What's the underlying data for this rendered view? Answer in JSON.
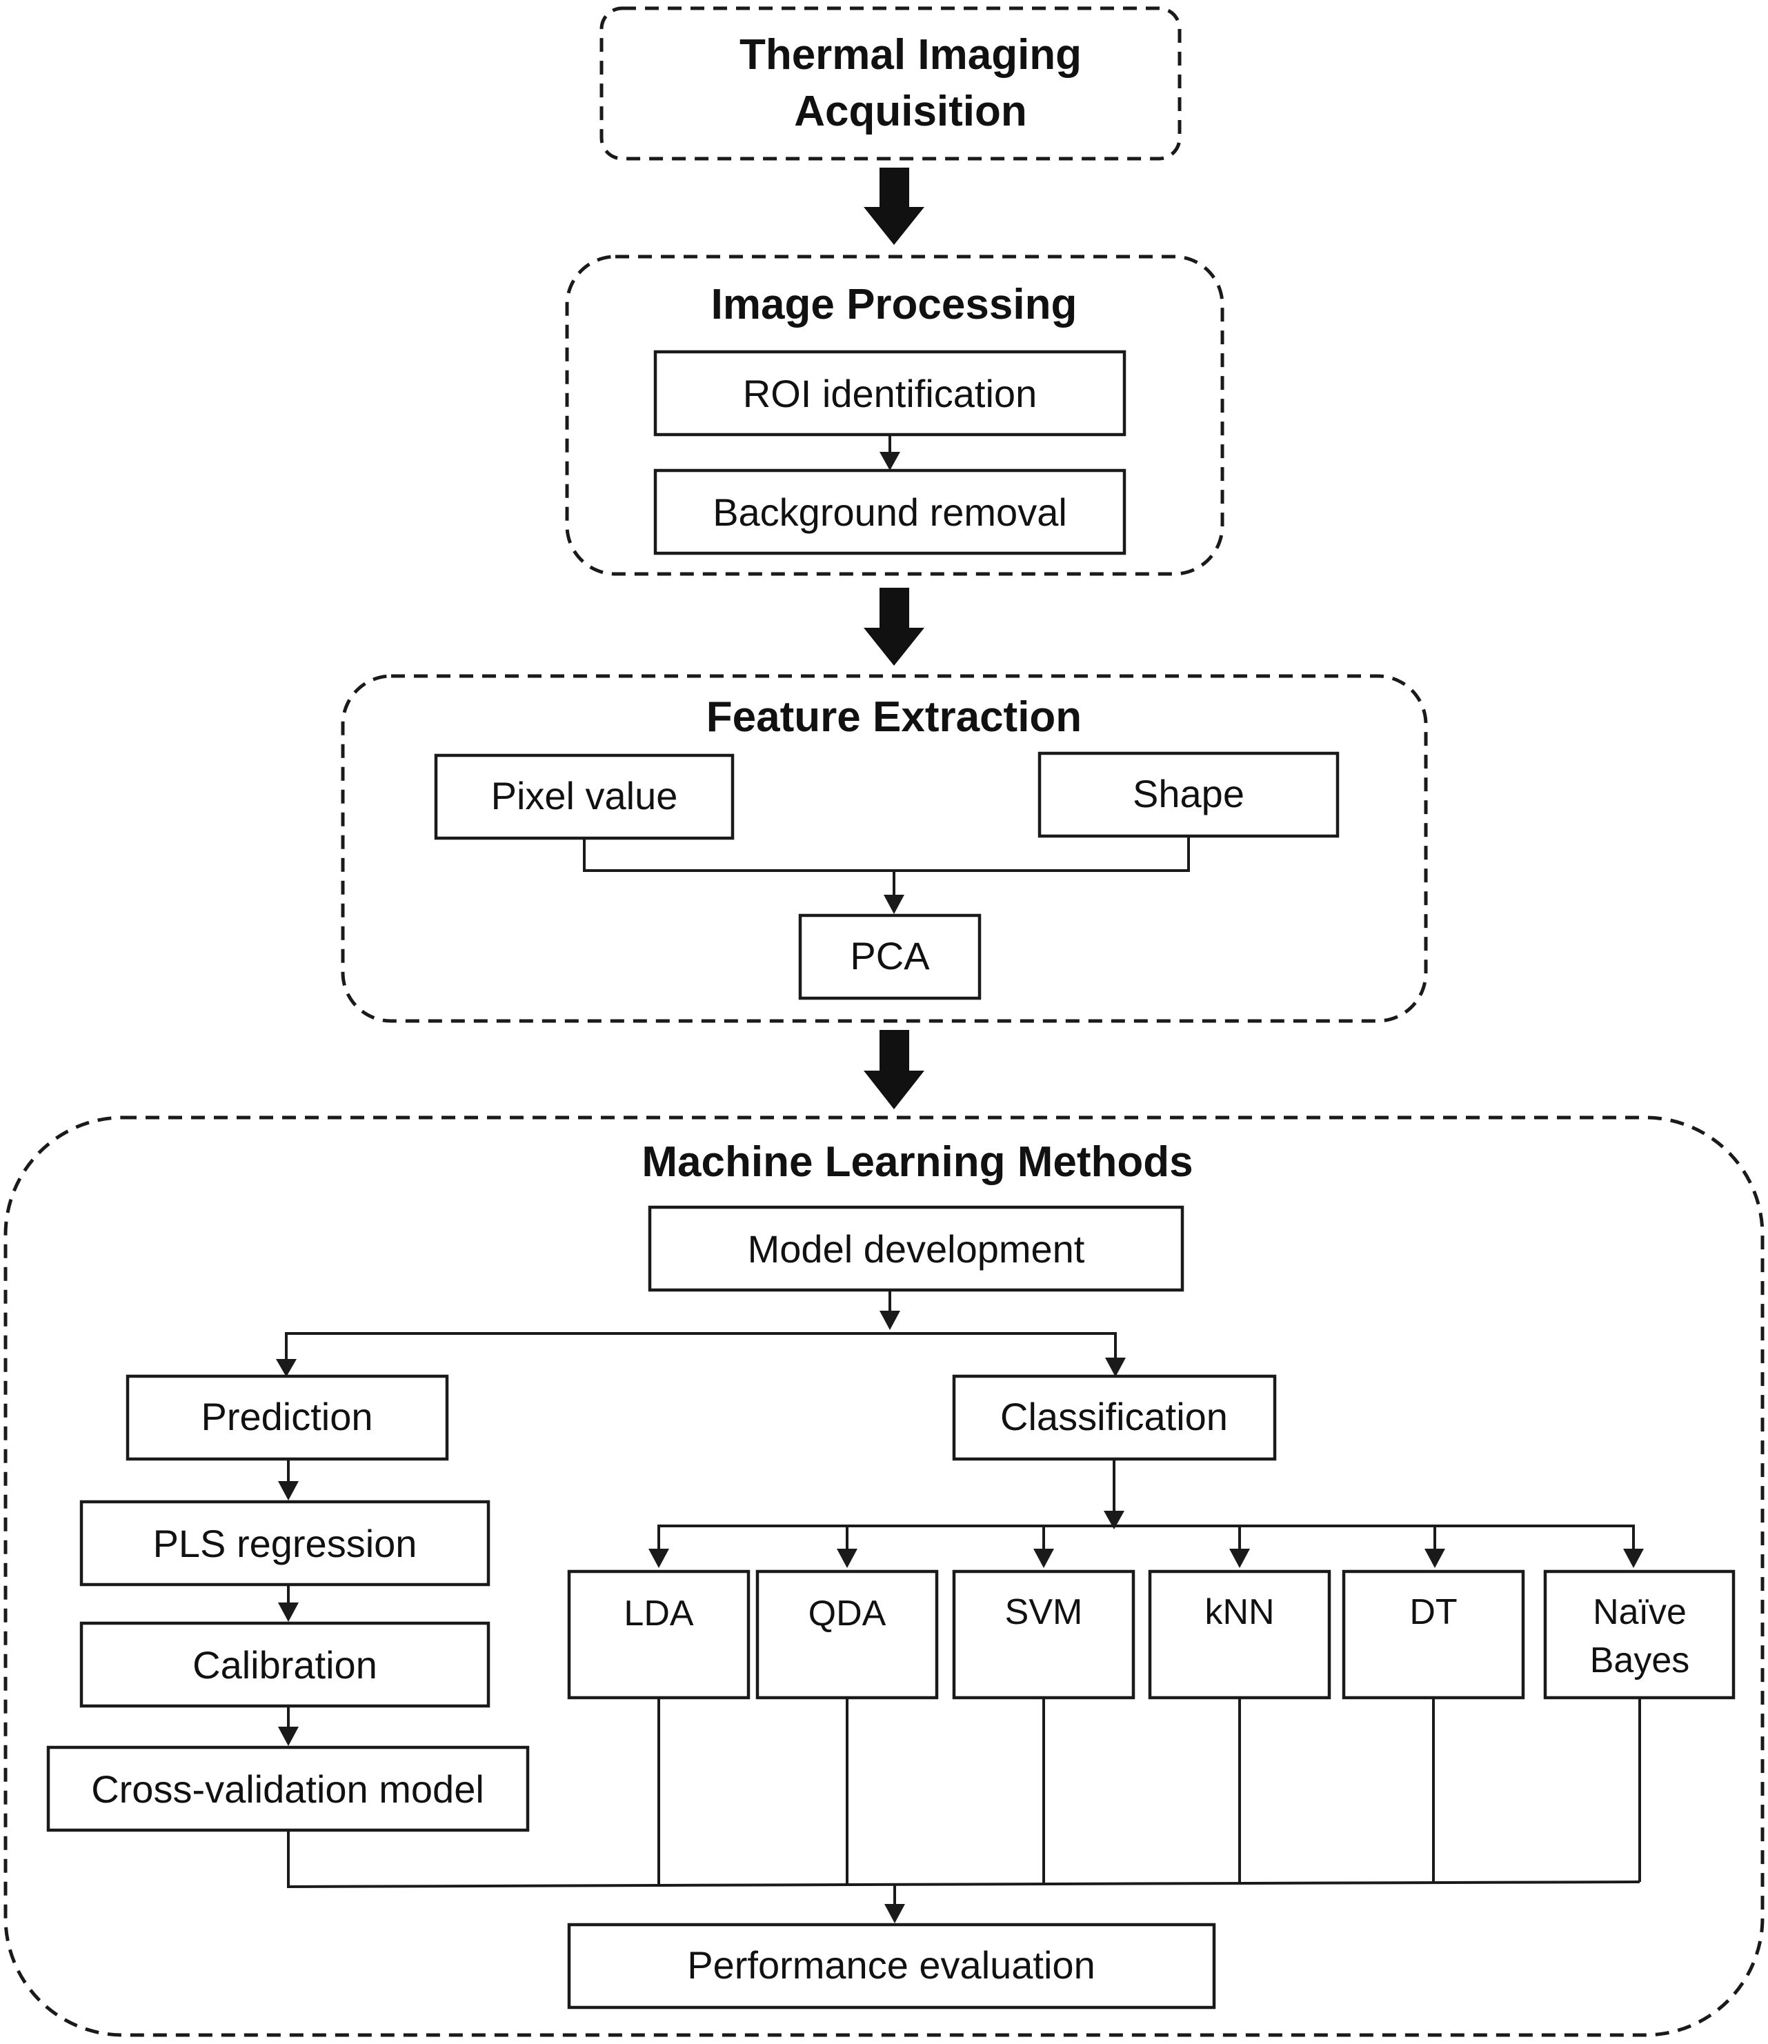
{
  "stages": {
    "acquisition": "Thermal Imaging Acquisition",
    "acquisition_lines": [
      "Thermal Imaging",
      "Acquisition"
    ],
    "image_processing": {
      "title": "Image Processing",
      "steps": [
        "ROI identification",
        "Background removal"
      ]
    },
    "feature_extraction": {
      "title": "Feature Extraction",
      "pixel_value": "Pixel value",
      "shape": "Shape",
      "pca": "PCA"
    },
    "machine_learning": {
      "title": "Machine Learning Methods",
      "model_development": "Model development",
      "prediction": {
        "label": "Prediction",
        "steps": [
          "PLS regression",
          "Calibration",
          "Cross-validation model"
        ]
      },
      "classification": {
        "label": "Classification",
        "methods": [
          "LDA",
          "QDA",
          "SVM",
          "kNN",
          "DT",
          "Naïve Bayes"
        ],
        "naive_bayes_lines": [
          "Naïve",
          "Bayes"
        ]
      },
      "performance_evaluation": "Performance evaluation"
    }
  }
}
